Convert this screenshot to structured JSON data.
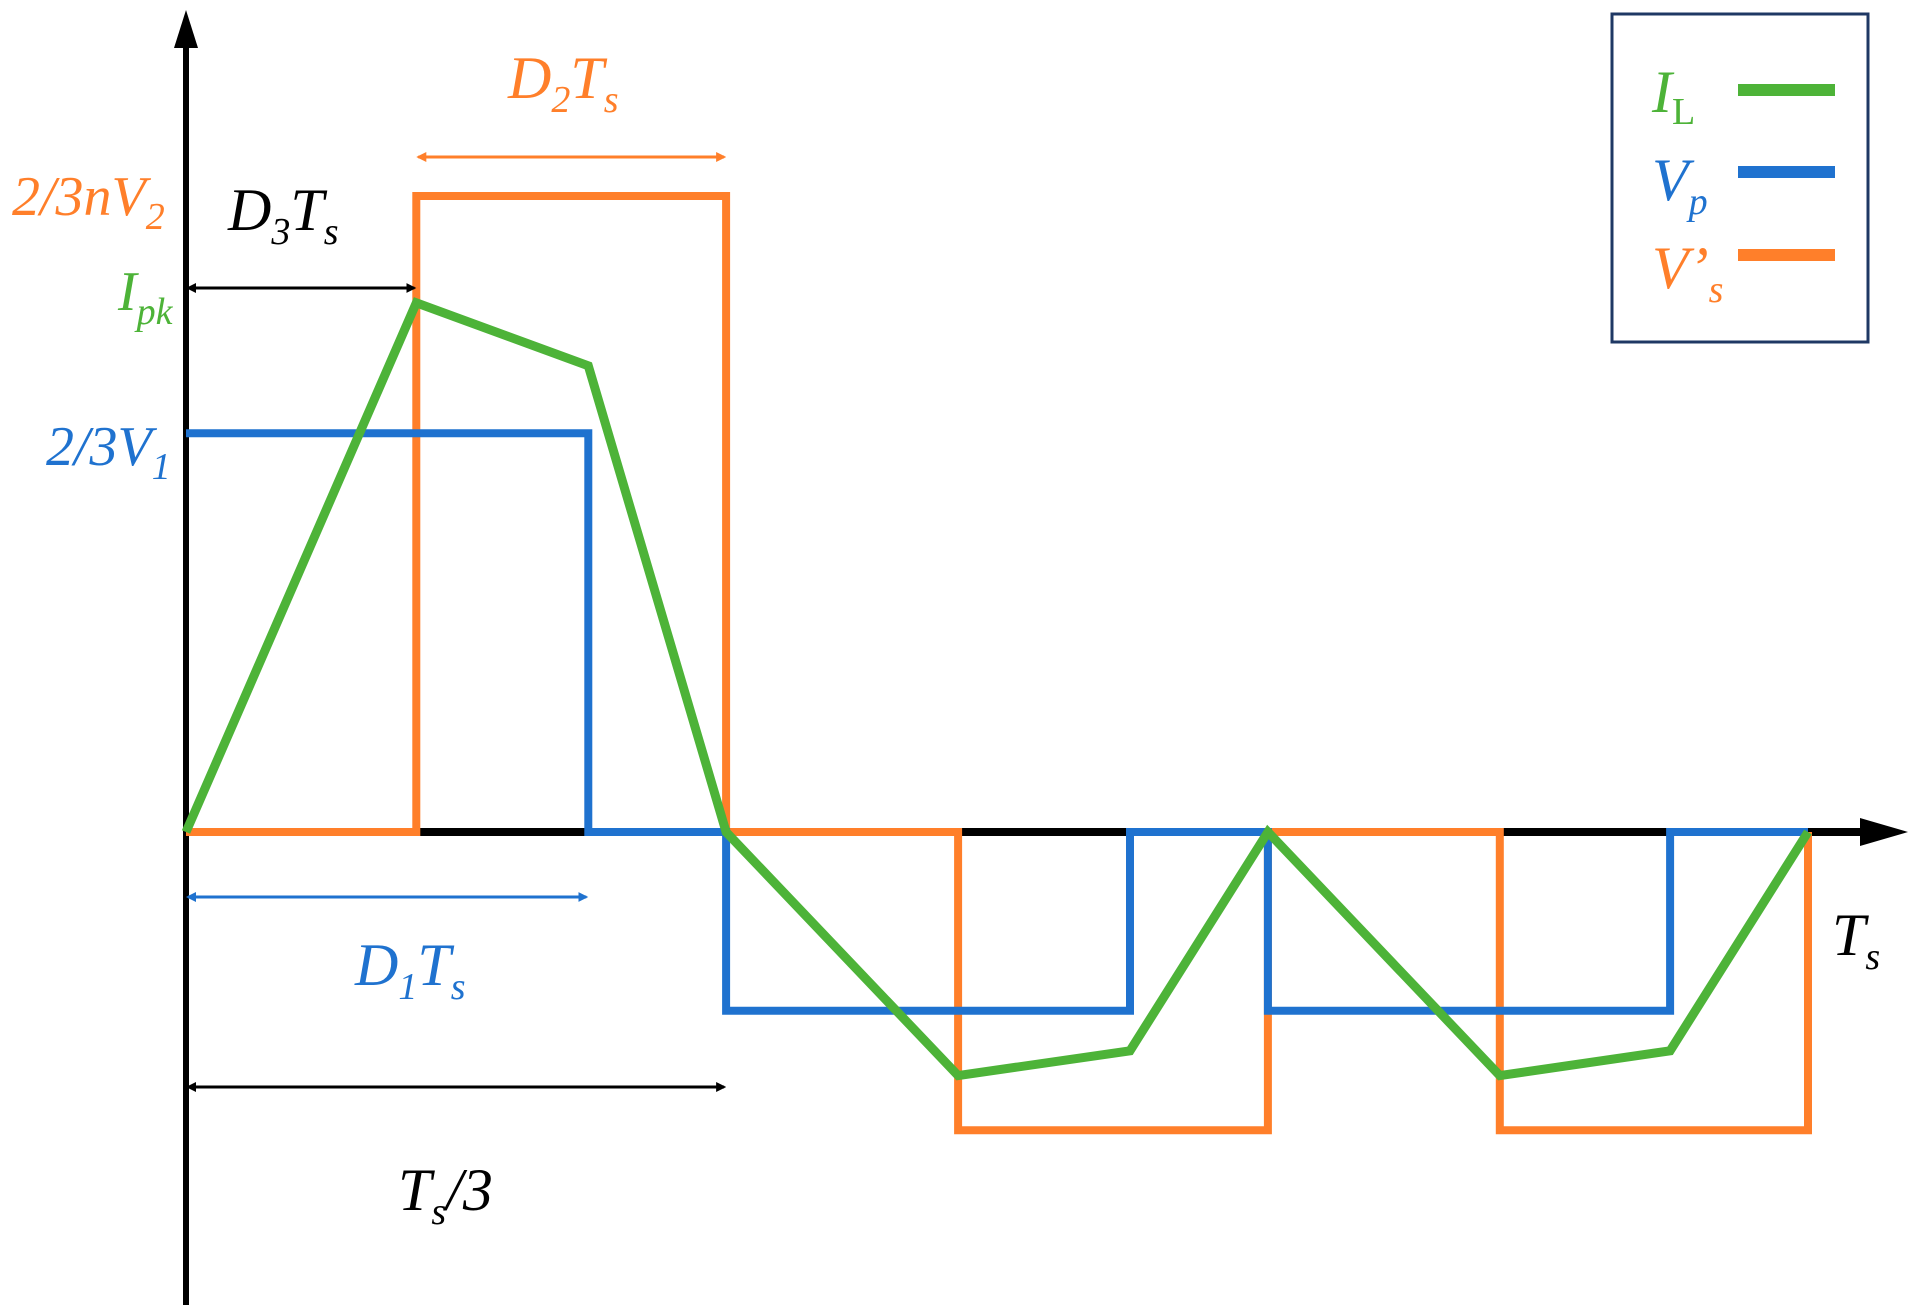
{
  "colors": {
    "axis": "#000000",
    "IL": "#4db338",
    "Vp": "#1f72cf",
    "Vs": "#ff7f2a",
    "legend_border": "#1f3864"
  },
  "labels": {
    "y_vs": {
      "main": "2/3nV",
      "sub": "2"
    },
    "y_ipk": {
      "main": "I",
      "sub": "pk"
    },
    "y_vp": {
      "main": "2/3V",
      "sub": "1"
    },
    "x_end": {
      "main": "T",
      "sub": "s"
    },
    "d1": {
      "main": "D",
      "sub1": "1",
      "mid": "T",
      "sub2": "s"
    },
    "d2": {
      "main": "D",
      "sub1": "2",
      "mid": "T",
      "sub2": "s"
    },
    "d3": {
      "main": "D",
      "sub1": "3",
      "mid": "T",
      "sub2": "s"
    },
    "third": {
      "main": "T",
      "sub": "s",
      "rest": "/3"
    }
  },
  "chart_data": {
    "type": "line",
    "x_unit": "fraction of Ts",
    "y_unit": "fraction of 2/3nV2",
    "xlim": [
      0,
      1
    ],
    "ylim": [
      -0.75,
      1.0
    ],
    "grid": false,
    "legend_position": "top-right",
    "series": [
      {
        "key": "IL",
        "name": "I",
        "name_sub": "L",
        "points": [
          [
            0,
            0
          ],
          [
            0.142,
            0.832
          ],
          [
            0.248,
            0.733
          ],
          [
            0.333,
            0
          ],
          [
            0.476,
            -0.383
          ],
          [
            0.582,
            -0.344
          ],
          [
            0.667,
            0
          ],
          [
            0.81,
            -0.383
          ],
          [
            0.915,
            -0.344
          ],
          [
            1.0,
            0
          ]
        ]
      },
      {
        "key": "Vp",
        "name": "V",
        "name_sub": "p",
        "points": [
          [
            0,
            0.627
          ],
          [
            0.248,
            0.627
          ],
          [
            0.248,
            0
          ],
          [
            0.333,
            0
          ],
          [
            0.333,
            -0.281
          ],
          [
            0.582,
            -0.281
          ],
          [
            0.582,
            0
          ],
          [
            0.667,
            0
          ],
          [
            0.667,
            -0.281
          ],
          [
            0.915,
            -0.281
          ],
          [
            0.915,
            0
          ],
          [
            1.0,
            0
          ]
        ]
      },
      {
        "key": "Vs",
        "name": "V’",
        "name_sub": "s",
        "points": [
          [
            0,
            0
          ],
          [
            0.142,
            0
          ],
          [
            0.142,
            1.0
          ],
          [
            0.333,
            1.0
          ],
          [
            0.333,
            0
          ],
          [
            0.476,
            0
          ],
          [
            0.476,
            -0.469
          ],
          [
            0.667,
            -0.469
          ],
          [
            0.667,
            0
          ],
          [
            0.81,
            0
          ],
          [
            0.81,
            -0.469
          ],
          [
            1.0,
            -0.469
          ],
          [
            1.0,
            0
          ]
        ]
      }
    ],
    "intervals": [
      {
        "key": "d3",
        "from": 0,
        "to": 0.142,
        "color": "axis"
      },
      {
        "key": "d2",
        "from": 0.142,
        "to": 0.333,
        "color": "Vs"
      },
      {
        "key": "d1",
        "from": 0,
        "to": 0.248,
        "color": "Vp"
      },
      {
        "key": "third",
        "from": 0,
        "to": 0.333,
        "color": "axis"
      }
    ]
  }
}
